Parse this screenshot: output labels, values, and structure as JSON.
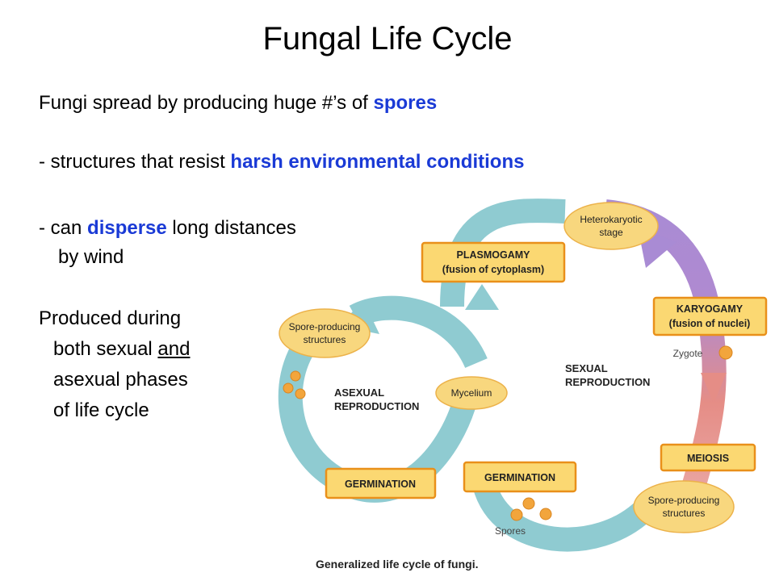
{
  "title": "Fungal Life Cycle",
  "text": {
    "l1_a": "Fungi spread by producing huge #’s of ",
    "l1_b": "spores",
    "l2_a": "- structures that resist ",
    "l2_b": "harsh environmental conditions",
    "l3_a": "- can ",
    "l3_b": "disperse",
    "l3_c": " long distances",
    "l4": "by wind",
    "l5": "Produced during",
    "l6_a": "both sexual ",
    "l6_b": "and",
    "l7": "asexual phases",
    "l8": "of life cycle"
  },
  "diagram": {
    "plasmogamy_1": "PLASMOGAMY",
    "plasmogamy_2": "(fusion of cytoplasm)",
    "karyogamy_1": "KARYOGAMY",
    "karyogamy_2": "(fusion of nuclei)",
    "meiosis": "MEIOSIS",
    "germination_sexual": "GERMINATION",
    "germination_asexual": "GERMINATION",
    "heterokaryotic_1": "Heterokaryotic",
    "heterokaryotic_2": "stage",
    "spore_structures_top_1": "Spore-producing",
    "spore_structures_top_2": "structures",
    "spore_structures_bottom_1": "Spore-producing",
    "spore_structures_bottom_2": "structures",
    "mycelium": "Mycelium",
    "zygote": "Zygote",
    "spores": "Spores",
    "asexual_1": "ASEXUAL",
    "asexual_2": "REPRODUCTION",
    "sexual_1": "SEXUAL",
    "sexual_2": "REPRODUCTION",
    "caption": "Generalized life cycle of fungi."
  },
  "colors": {
    "highlight": "#1a3ad6",
    "asexual_arrow": "#8fcbd1",
    "sexual_arrow_purple": "#a98bd4",
    "sexual_arrow_red": "#e58d86",
    "box_fill": "#fbd872",
    "box_stroke": "#e9901a",
    "ellipse_fill": "#f8d77e",
    "spore": "#f2a53c"
  }
}
